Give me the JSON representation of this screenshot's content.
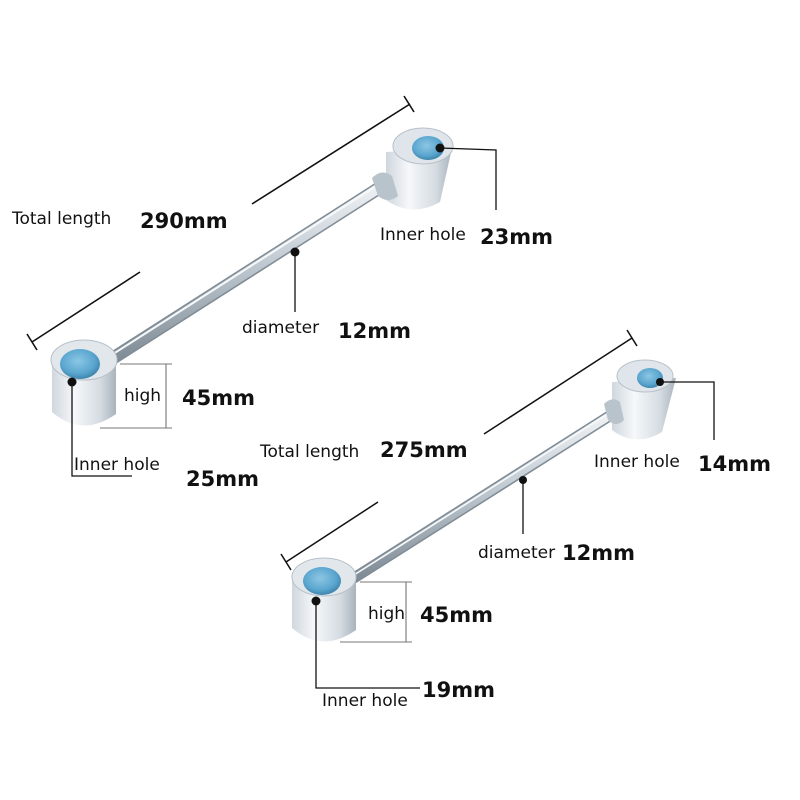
{
  "wrench_large": {
    "total_length_label": "Total length",
    "total_length_value": "290mm",
    "inner_hole_top_label": "Inner hole",
    "inner_hole_top_value": "23mm",
    "diameter_label": "diameter",
    "diameter_value": "12mm",
    "high_label": "high",
    "high_value": "45mm",
    "inner_hole_bottom_label": "Inner hole",
    "inner_hole_bottom_value": "25mm"
  },
  "wrench_small": {
    "total_length_label": "Total length",
    "total_length_value": "275mm",
    "inner_hole_top_label": "Inner hole",
    "inner_hole_top_value": "14mm",
    "diameter_label": "diameter",
    "diameter_value": "12mm",
    "high_label": "high",
    "high_value": "45mm",
    "inner_hole_bottom_label": "Inner hole",
    "inner_hole_bottom_value": "19mm"
  },
  "colors": {
    "metal_light": "#eef2f5",
    "metal_mid": "#c9d2da",
    "metal_dark": "#8f9aa4",
    "hole_inner": "#5aa6cf",
    "line": "#111111"
  }
}
